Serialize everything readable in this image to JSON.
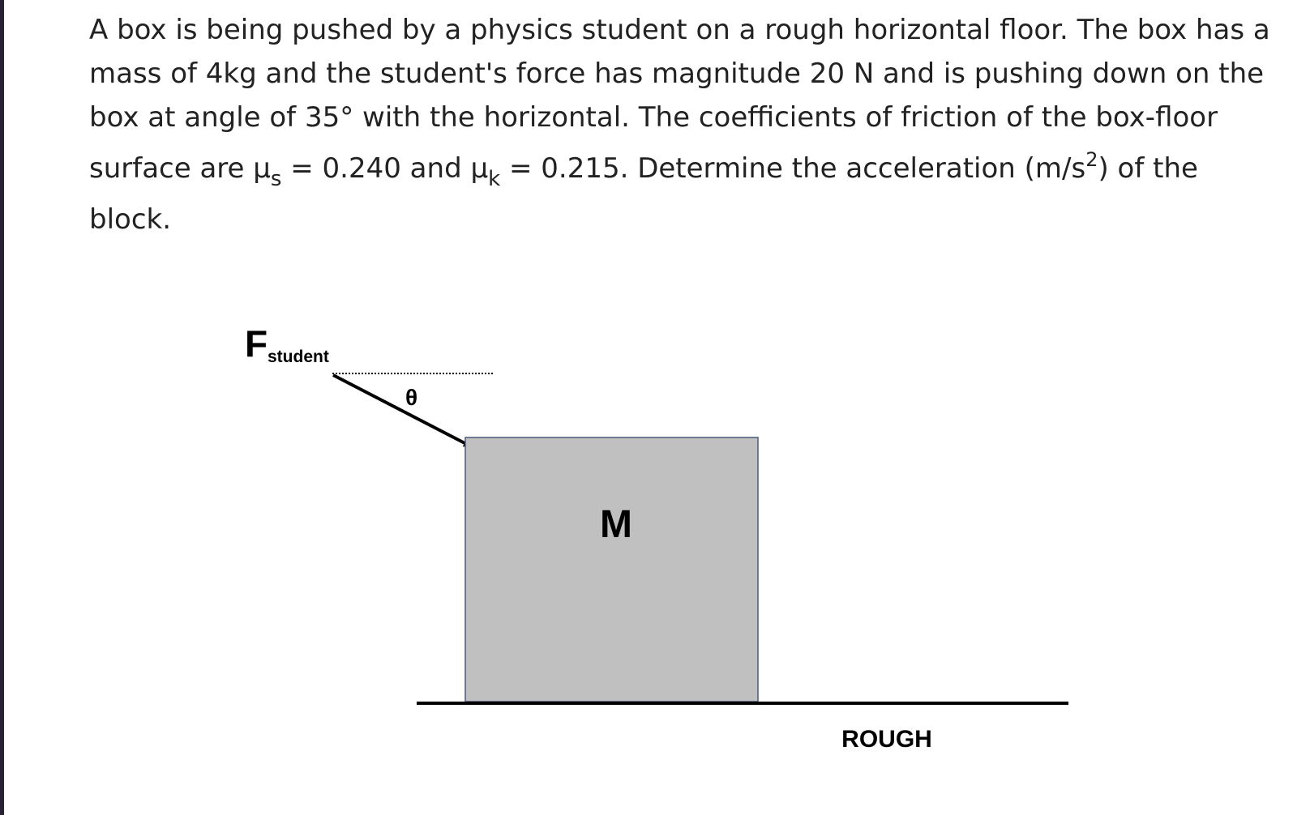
{
  "problem": {
    "line1": "A box is being pushed by a physics student on a rough horizontal floor. The box has a",
    "line2": "mass of 4kg and the student's force has magnitude 20 N and is pushing down on the",
    "line3": "box at angle of 35° with the horizontal. The coefficients of friction of the box-floor",
    "line4_part1": "surface are μ",
    "mu_s_sub": "s",
    "line4_part2": " = 0.240 and μ",
    "mu_k_sub": "k",
    "line4_part3": " = 0.215. Determine the acceleration (m/s",
    "accel_sup": "2",
    "line4_part4": ") of the",
    "line5": "block."
  },
  "diagram": {
    "force_symbol": "F",
    "force_subscript": "student",
    "angle_symbol": "θ",
    "box_label": "M",
    "floor_label": "ROUGH",
    "colors": {
      "box_fill": "#c0c0c0",
      "box_stroke": "#4a5a78",
      "line": "#000000"
    }
  }
}
